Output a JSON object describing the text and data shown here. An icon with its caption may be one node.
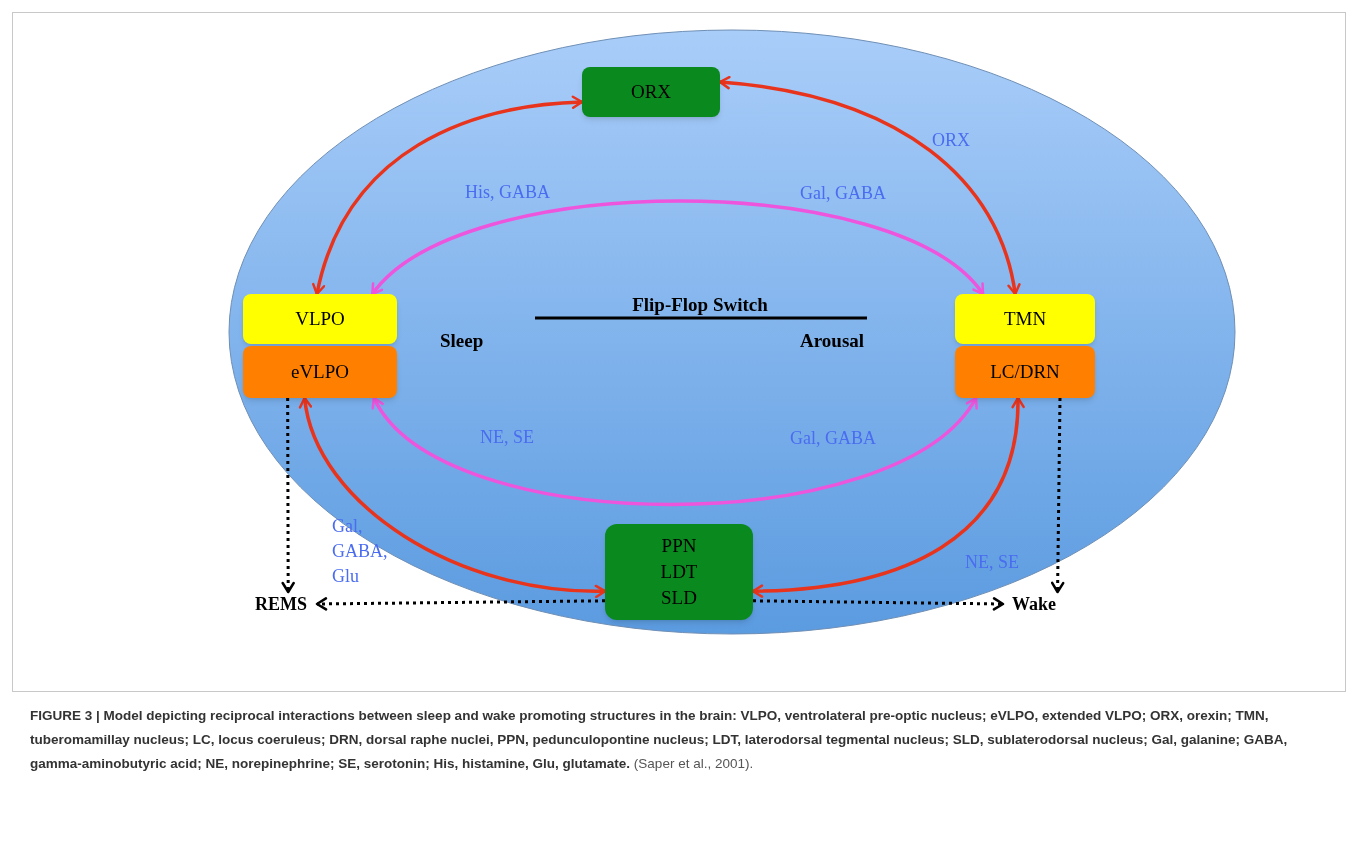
{
  "diagram": {
    "caption": "**FIGURE 3 | Model depicting reciprocal interactions between sleep and wake promoting structures in the brain: VLPO, ventrolateral pre-optic nucleus; eVLPO, extended VLPO; ORX, orexin; TMN, tuberomamillay nucleus; LC, locus coeruleus; DRN, dorsal raphe nuclei, PPN, pedunculopontine nucleus; LDT, laterodorsal tegmental nucleus; SLD, sublaterodorsal nucleus; Gal, galanine; GABA, gamma-aminobutyric acid; NE, norepinephrine; SE, serotonin; His, histamine, Glu, glutamate.** (Saper et al., 2001).",
    "nodes": [
      {
        "text": [
          "ORX"
        ]
      },
      {
        "text": [
          "VLPO"
        ]
      },
      {
        "text": [
          "eVLPO"
        ]
      },
      {
        "text": [
          "TMN"
        ]
      },
      {
        "text": [
          "LC/DRN"
        ]
      },
      {
        "text": [
          "PPN",
          "LDT",
          "SLD"
        ]
      },
      {
        "text": [
          "REMS"
        ]
      },
      {
        "text": [
          "Wake"
        ]
      }
    ],
    "edges": [
      {
        "from": 1,
        "to": 0,
        "arrow": "both",
        "color": "#e8341c"
      },
      {
        "from": 0,
        "to": 3,
        "arrow": "both",
        "label": "ORX",
        "color": "#e8341c"
      },
      {
        "from": 3,
        "to": 1,
        "arrow": "both",
        "label": "His, GABA",
        "color": "#ee55dd"
      },
      {
        "from": 2,
        "to": 4,
        "arrow": "both",
        "label": "NE, SE",
        "color": "#ee55dd"
      },
      {
        "from": 2,
        "to": 5,
        "arrow": "both",
        "label": "Gal, GABA, Glu",
        "color": "#e8341c"
      },
      {
        "from": 4,
        "to": 5,
        "arrow": "both",
        "label": "NE, SE",
        "color": "#e8341c"
      },
      {
        "from": 2,
        "to": 6,
        "arrow": "to",
        "style": "dashed",
        "color": "#000000"
      },
      {
        "from": 5,
        "to": 6,
        "arrow": "to",
        "style": "dashed",
        "color": "#000000"
      },
      {
        "from": 5,
        "to": 7,
        "arrow": "to",
        "style": "dashed",
        "color": "#000000"
      },
      {
        "from": 4,
        "to": 7,
        "arrow": "to",
        "style": "dashed",
        "color": "#000000"
      }
    ],
    "labels": [
      "Gal, GABA",
      "Flip-Flop Switch",
      "Sleep",
      "Arousal",
      "Gal, GABA"
    ]
  }
}
